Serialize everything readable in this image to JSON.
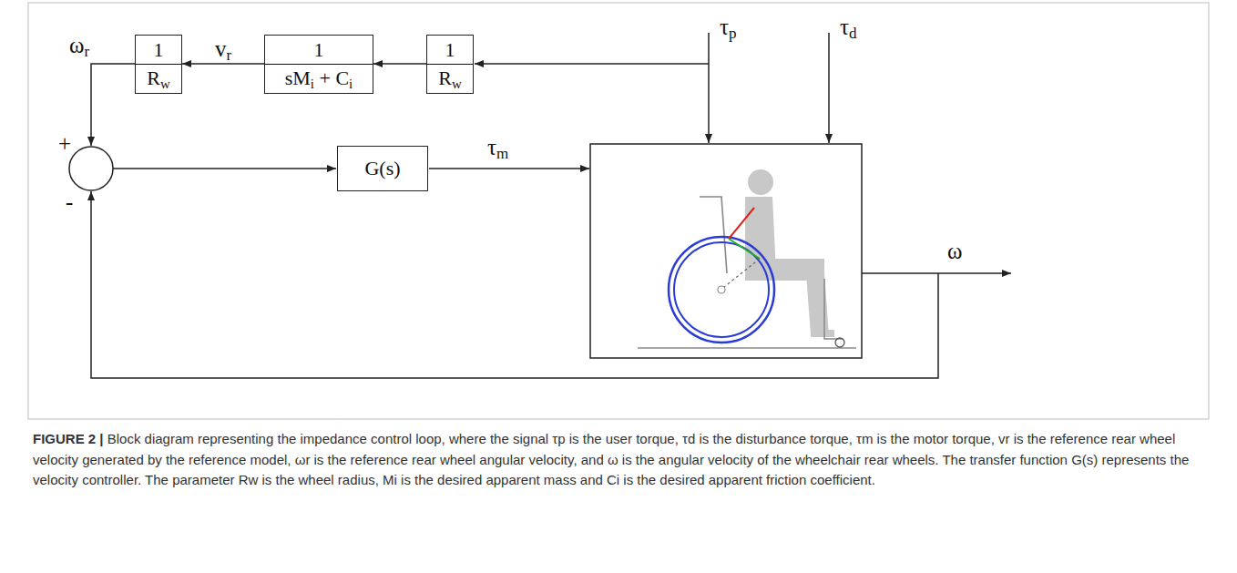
{
  "diagram": {
    "caption": "FIGURE 2 | Block diagram representing the impedance control loop, where the signal τp is the user torque, τd is the disturbance torque, τm is the motor torque, vr is the reference rear wheel velocity generated by the reference model, ωr is the reference rear wheel angular velocity, and ω is the angular velocity of the wheelchair rear wheels. The transfer function G(s) represents the velocity controller. The parameter Rw is the wheel radius, Mi is the desired apparent mass and Ci is the desired apparent friction coefficient.",
    "nodes": [
      {
        "text": [
          "1",
          "Rw"
        ]
      },
      {
        "text": [
          "1",
          "sMi + Ci"
        ]
      },
      {
        "text": [
          "1",
          "Rw"
        ]
      },
      {
        "text": [
          "G(s)"
        ]
      }
    ],
    "edges": [
      {
        "from": 2,
        "to": 1,
        "arrow": "to"
      },
      {
        "from": 1,
        "to": 0,
        "arrow": "to",
        "label": "vr"
      }
    ],
    "labels": [
      "ωr",
      "τp",
      "τd",
      "+",
      "-",
      "τm",
      "ω"
    ]
  }
}
